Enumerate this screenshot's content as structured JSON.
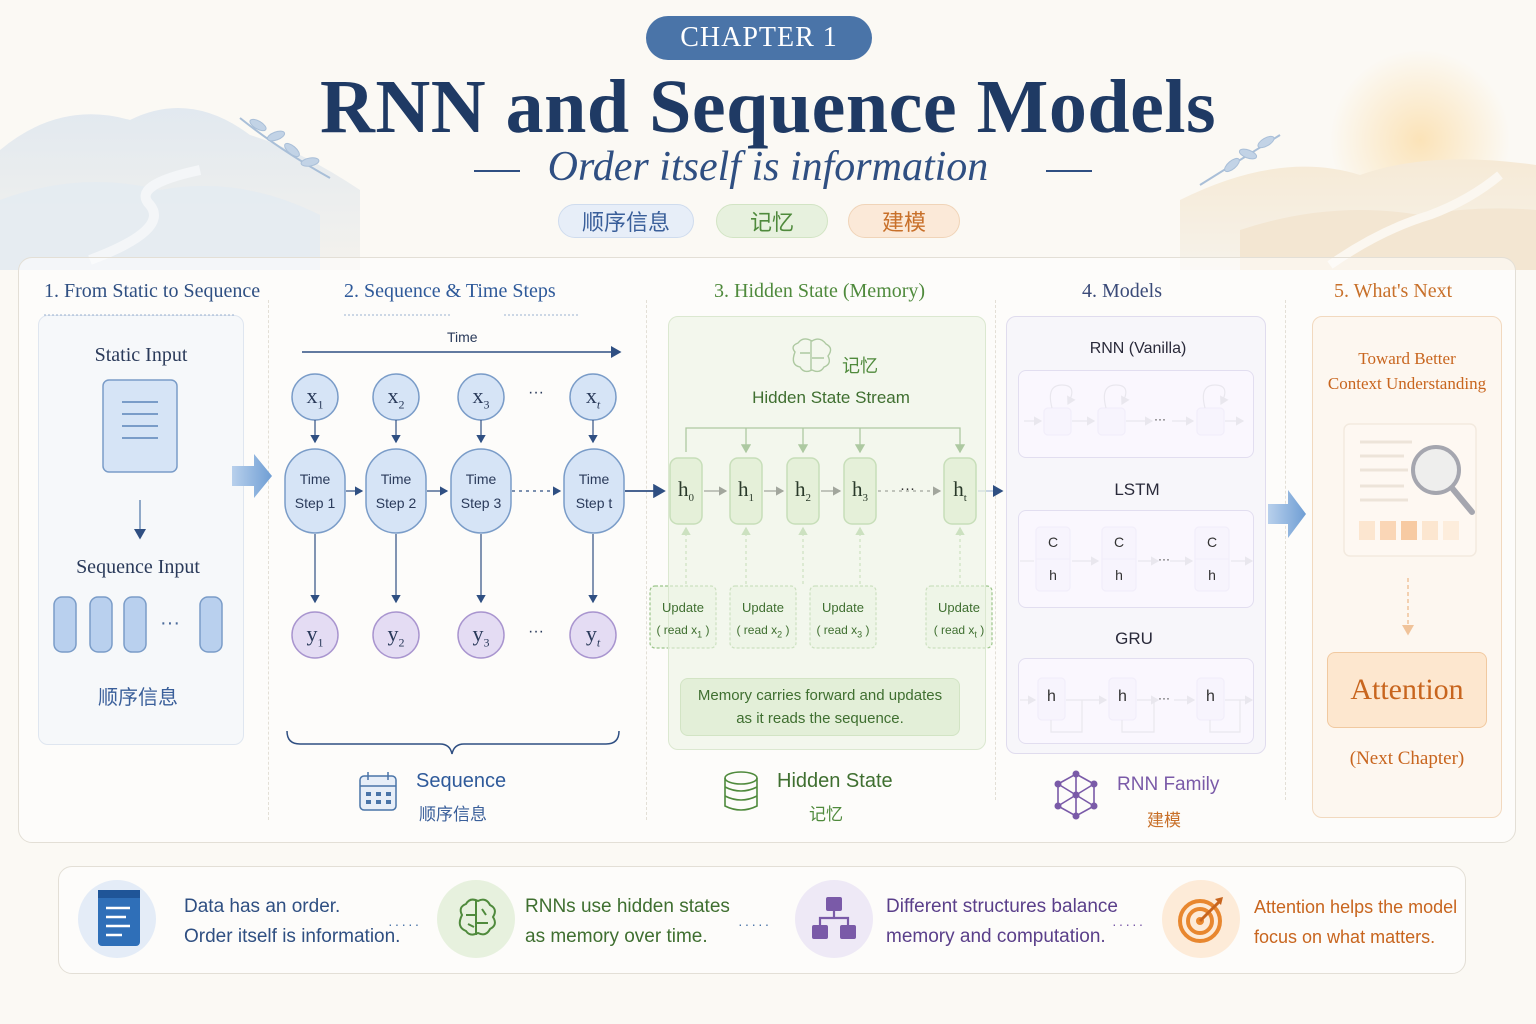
{
  "header": {
    "chapter": "CHAPTER 1",
    "title": "RNN and Sequence Models",
    "subtitle": "Order itself is information",
    "tags": [
      "顺序信息",
      "记忆",
      "建模"
    ]
  },
  "sections": {
    "s1": {
      "title": "1. From Static to Sequence",
      "static_input": "Static Input",
      "sequence_input": "Sequence Input",
      "cjk": "顺序信息",
      "ellipsis": "···"
    },
    "s2": {
      "title": "2. Sequence & Time Steps",
      "time_label": "Time",
      "inputs": [
        {
          "base": "x",
          "sub": "1"
        },
        {
          "base": "x",
          "sub": "2"
        },
        {
          "base": "x",
          "sub": "3"
        },
        {
          "base": "x",
          "sub": "t"
        }
      ],
      "steps": [
        {
          "line1": "Time",
          "line2": "Step 1"
        },
        {
          "line1": "Time",
          "line2": "Step 2"
        },
        {
          "line1": "Time",
          "line2": "Step 3"
        },
        {
          "line1": "Time",
          "line2": "Step t"
        }
      ],
      "outputs": [
        {
          "base": "y",
          "sub": "1"
        },
        {
          "base": "y",
          "sub": "2"
        },
        {
          "base": "y",
          "sub": "3"
        },
        {
          "base": "y",
          "sub": "t"
        }
      ],
      "ellipsis": "···",
      "footer_label": "Sequence",
      "footer_cjk": "顺序信息"
    },
    "s3": {
      "title": "3. Hidden State (Memory)",
      "cjk": "记忆",
      "stream_label": "Hidden State Stream",
      "states": [
        {
          "base": "h",
          "sub": "0"
        },
        {
          "base": "h",
          "sub": "1"
        },
        {
          "base": "h",
          "sub": "2"
        },
        {
          "base": "h",
          "sub": "3"
        },
        {
          "base": "h",
          "sub": "t"
        }
      ],
      "updates": [
        {
          "label": "Update",
          "read": "( read x",
          "sub": "1",
          "close": ")"
        },
        {
          "label": "Update",
          "read": "( read x",
          "sub": "2",
          "close": ")"
        },
        {
          "label": "Update",
          "read": "( read x",
          "sub": "3",
          "close": ")"
        },
        {
          "label": "Update",
          "read": "( read x",
          "sub": "t",
          "close": ")"
        }
      ],
      "ellipsis": "···",
      "note_line1": "Memory carries forward and updates",
      "note_line2": "as it reads the sequence.",
      "footer_label": "Hidden State",
      "footer_cjk": "记忆"
    },
    "s4": {
      "title": "4. Models",
      "rnn_label": "RNN (Vanilla)",
      "lstm_label": "LSTM",
      "gru_label": "GRU",
      "lstm_cell_top": "C",
      "lstm_cell_bottom": "h",
      "gru_cell": "h",
      "ellipsis": "···",
      "footer_label": "RNN Family",
      "footer_cjk": "建模"
    },
    "s5": {
      "title": "5. What's Next",
      "line1": "Toward Better",
      "line2": "Context Understanding",
      "attention": "Attention",
      "next": "(Next Chapter)"
    }
  },
  "bottom": [
    {
      "line1": "Data has an order.",
      "line2": "Order itself is information."
    },
    {
      "line1": "RNNs use hidden states",
      "line2": "as memory over time."
    },
    {
      "line1": "Different structures balance",
      "line2": "memory and computation."
    },
    {
      "line1": "Attention helps the model",
      "line2": "focus on what matters."
    }
  ],
  "bottom_connector": "·····",
  "colors": {
    "navy": "#1f3a64",
    "blue": "#4a74a8",
    "green": "#4f8a3c",
    "purple": "#7a5aa8",
    "orange": "#c8702a"
  }
}
